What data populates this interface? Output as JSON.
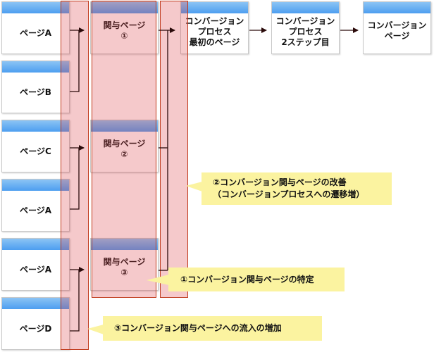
{
  "diagram": {
    "source_pages": [
      {
        "label": "ページA"
      },
      {
        "label": "ページB"
      },
      {
        "label": "ページC"
      },
      {
        "label": "ページA"
      },
      {
        "label": "ページA"
      },
      {
        "label": "ページD"
      }
    ],
    "related_pages": [
      {
        "label": "関与ページ\n①"
      },
      {
        "label": "関与ページ\n②"
      },
      {
        "label": "関与ページ\n③"
      }
    ],
    "conversion_flow": [
      {
        "label": "コンバージョン\nプロセス\n最初のページ"
      },
      {
        "label": "コンバージョン\nプロセス\n2ステップ目"
      },
      {
        "label": "コンバージョン\nページ"
      }
    ],
    "callouts": {
      "identify": "①コンバージョン関与ページの特定",
      "improve": "②コンバージョン関与ページの改善\n（コンバージョンプロセスへの遷移増）",
      "increase": "③コンバージョン関与ページへの流入の増加"
    },
    "colors": {
      "node_header": "#4d9ef0",
      "highlight_fill": "#f2c6c8",
      "highlight_border": "#c0391b",
      "callout_fill": "#fbf3a0",
      "connector": "#2a0a0a"
    }
  }
}
